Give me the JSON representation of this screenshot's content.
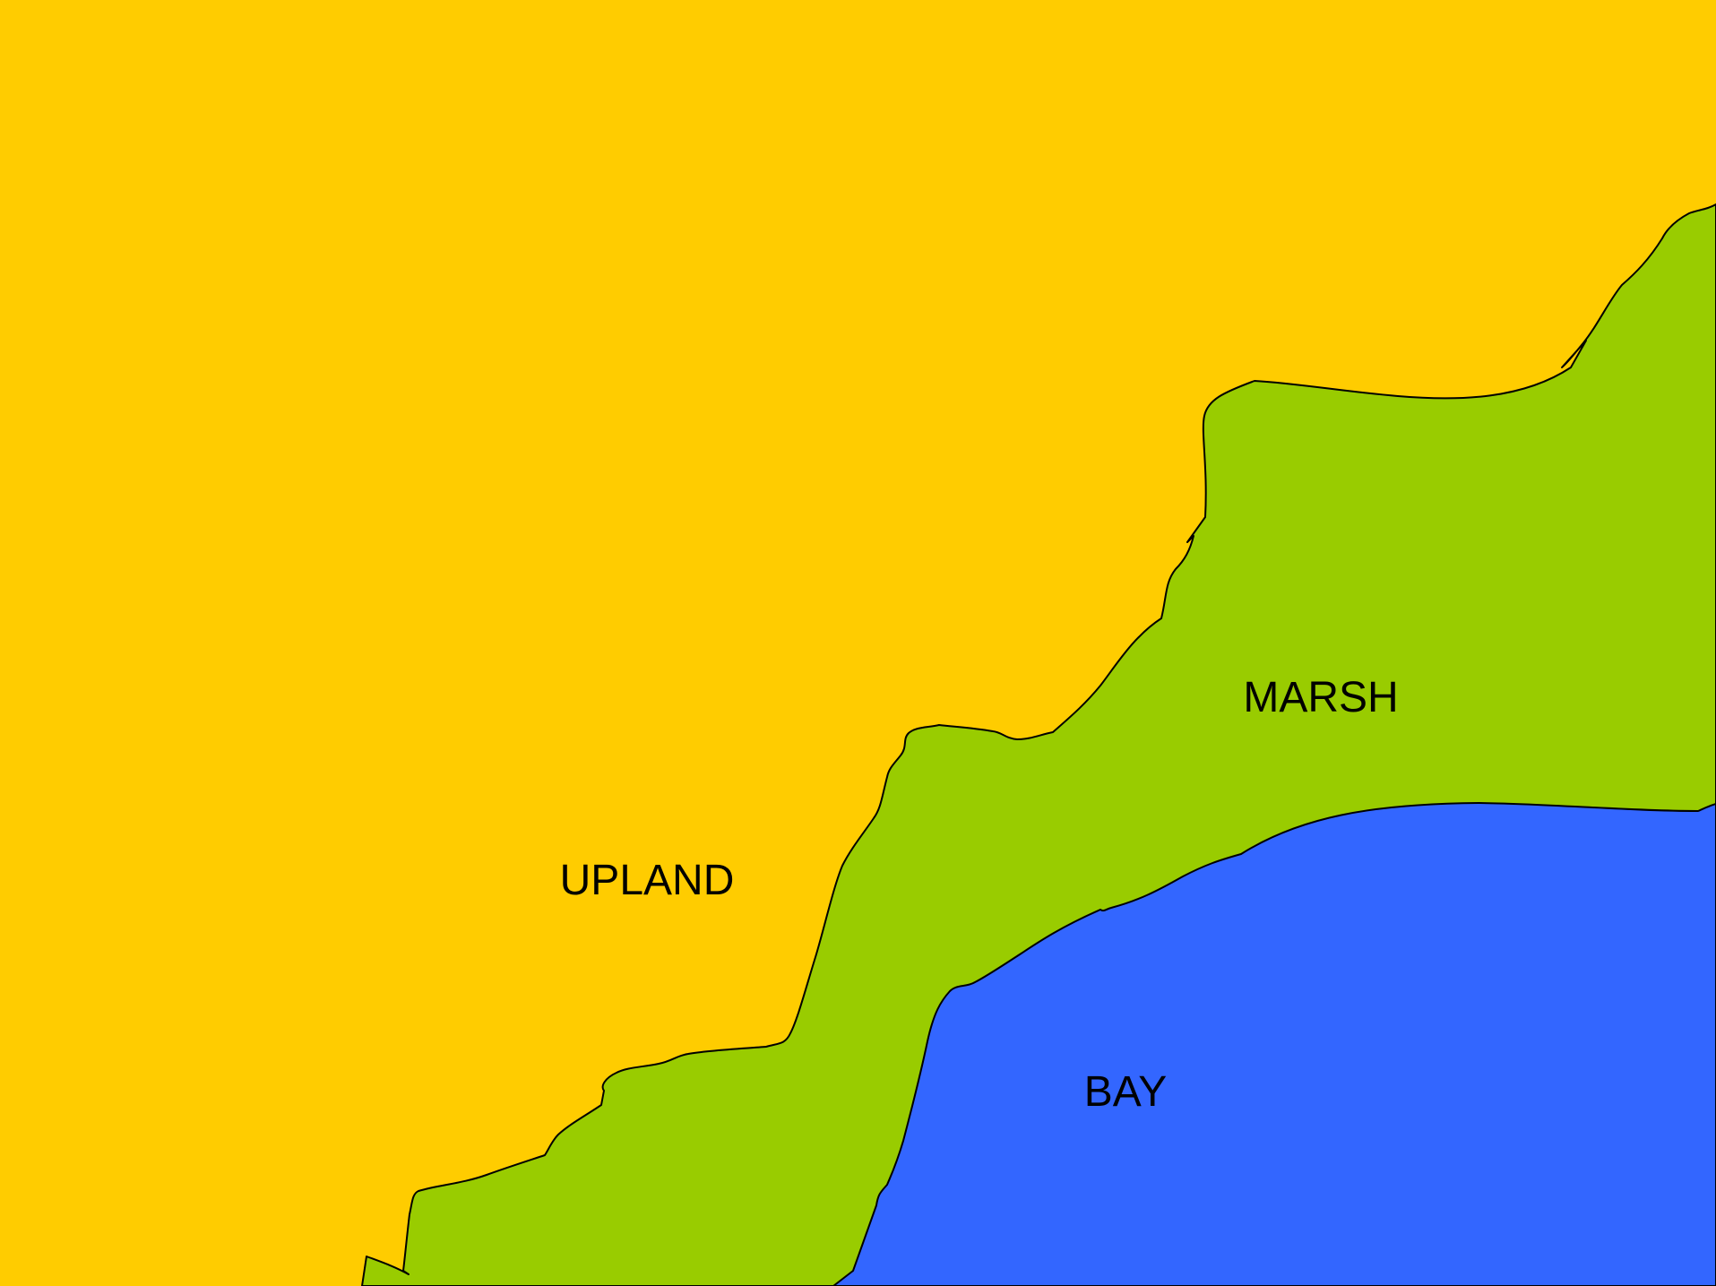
{
  "map": {
    "regions": [
      {
        "id": "upland",
        "label": "UPLAND",
        "color": "#ffcc00"
      },
      {
        "id": "marsh",
        "label": "MARSH",
        "color": "#99cc00"
      },
      {
        "id": "bay",
        "label": "BAY",
        "color": "#3366ff"
      }
    ],
    "boundary_color": "#000000"
  }
}
